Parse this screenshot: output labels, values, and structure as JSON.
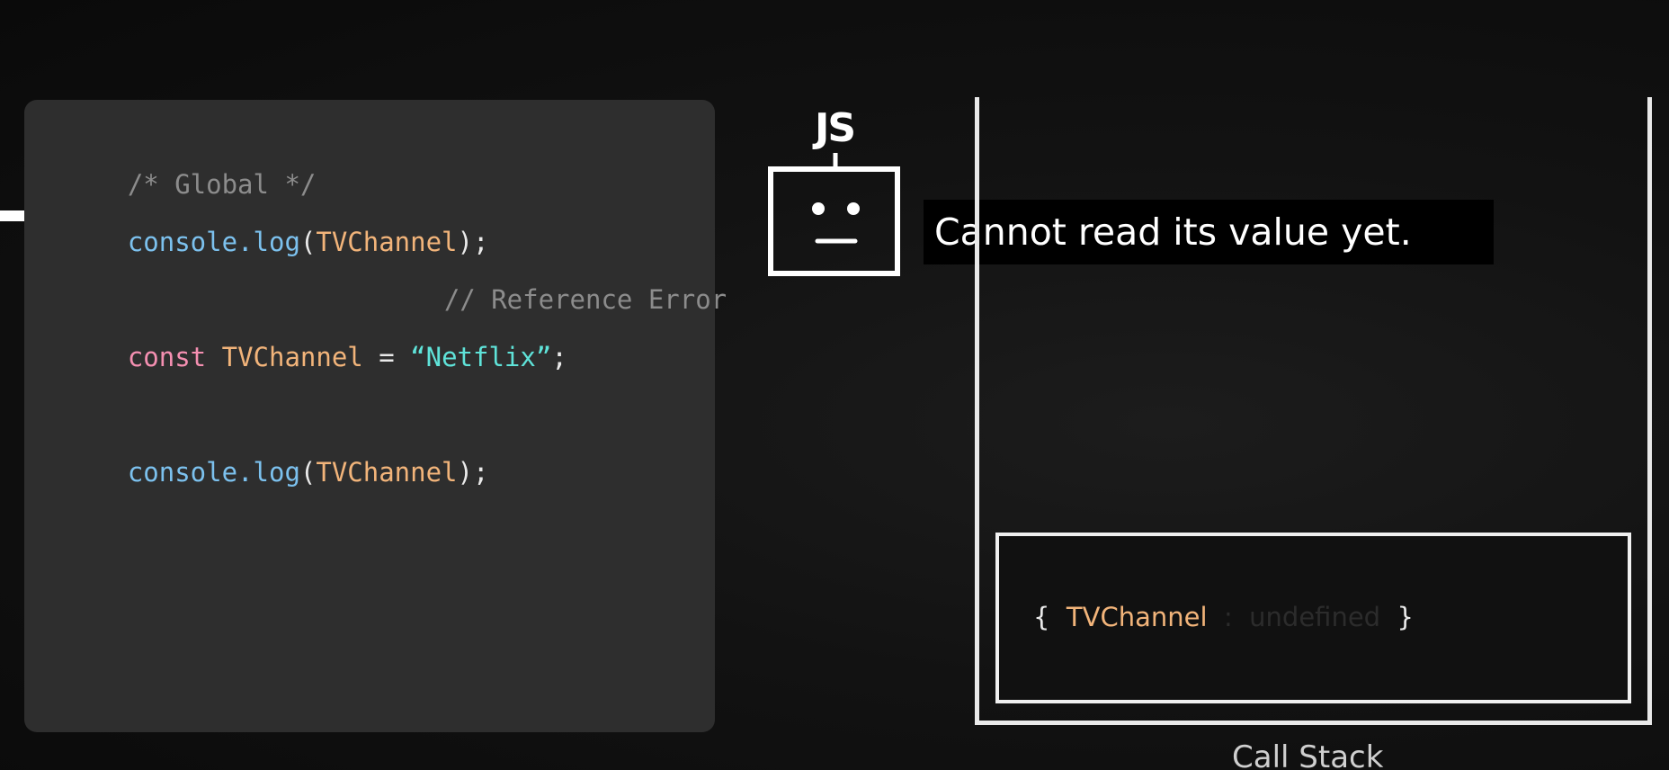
{
  "code": {
    "comment_global": "/* Global */",
    "line1": {
      "fn": "console.log",
      "open": "(",
      "arg": "TVChannel",
      "close": ");"
    },
    "comment_error": "// Reference Error",
    "line3": {
      "kw": "const",
      "name": "TVChannel",
      "eq": "=",
      "str": "“Netflix”",
      "semi": ";"
    },
    "line5": {
      "fn": "console.log",
      "open": "(",
      "arg": "TVChannel",
      "close": ");"
    }
  },
  "robot": {
    "label": "JS"
  },
  "caption": {
    "text": "Cannot read its value yet."
  },
  "call_stack": {
    "frame": {
      "open": "{",
      "var": "TVChannel",
      "sep": ":",
      "value": "undefined",
      "close": "}"
    },
    "label": "Call Stack"
  },
  "colors": {
    "background": "#0d0d0d",
    "code_panel": "#2e2e2e",
    "function": "#7cc1ee",
    "variable": "#f2b47a",
    "keyword": "#f48fb1",
    "string": "#5fe3d9",
    "comment": "#8c8c8c"
  },
  "icons": {
    "pointer": "arrow-right-icon",
    "robot": "robot-icon"
  }
}
